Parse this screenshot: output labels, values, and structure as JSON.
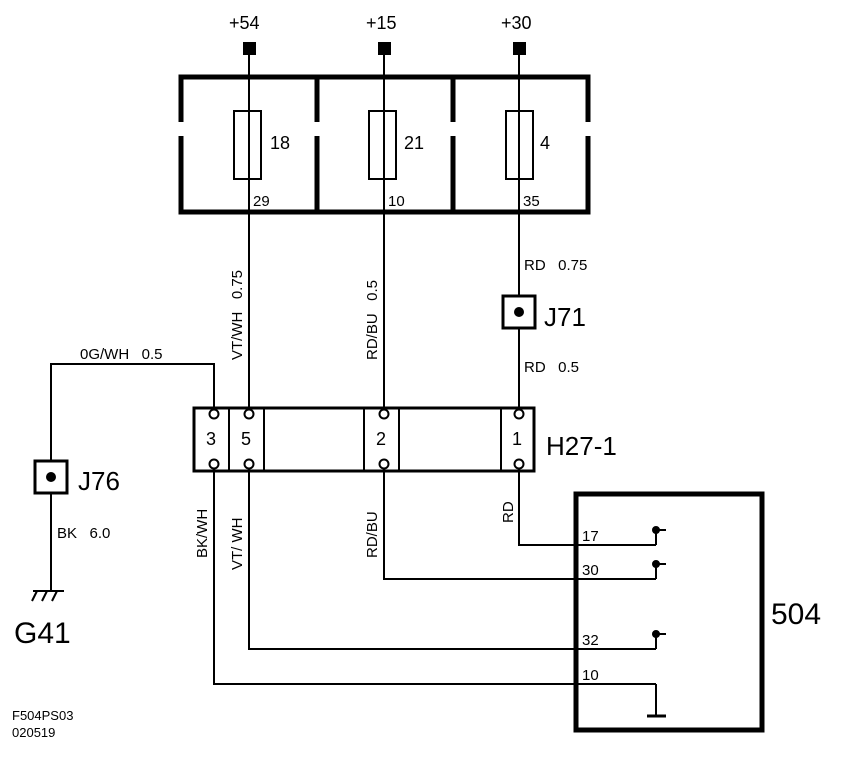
{
  "supplies": [
    "+54",
    "+15",
    "+30"
  ],
  "fuses": [
    {
      "number": "18",
      "pin": "29"
    },
    {
      "number": "21",
      "pin": "10"
    },
    {
      "number": "4",
      "pin": "35"
    }
  ],
  "wires": {
    "w1": "VT/WH   0.75",
    "w2": "RD/BU   0.5",
    "w3_top": "RD   0.75",
    "w3_bot": "RD   0.5",
    "og": "0G/WH   0.5",
    "bk": "BK   6.0",
    "bkwh": "BK/WH",
    "vtwh": "VT/ WH",
    "rdbu": "RD/BU",
    "rd": "RD"
  },
  "splices": {
    "j71": "J71",
    "j76": "J76"
  },
  "ground": "G41",
  "connector": {
    "name": "H27-1",
    "pins": [
      "3",
      "5",
      "2",
      "1"
    ]
  },
  "module": {
    "name": "504",
    "pins": [
      "17",
      "30",
      "32",
      "10"
    ]
  },
  "footer": {
    "line1": "F504PS03",
    "line2": "020519"
  }
}
